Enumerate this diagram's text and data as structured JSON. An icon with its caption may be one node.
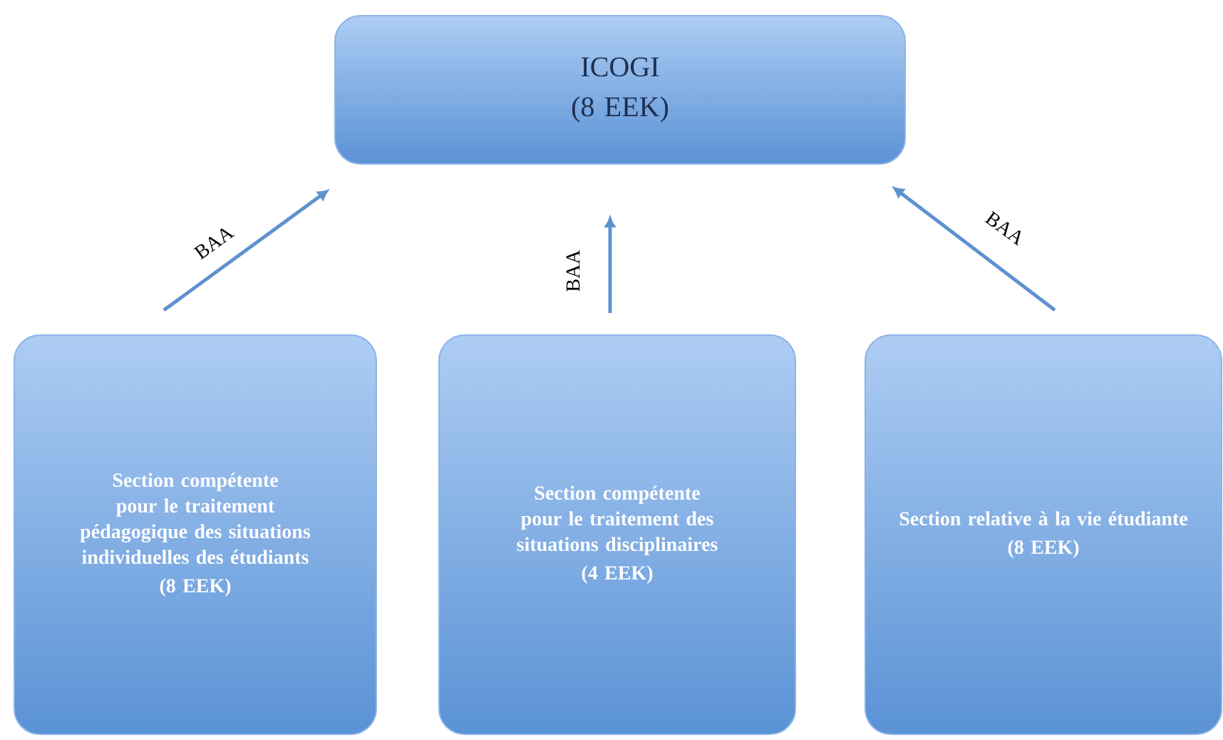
{
  "diagram": {
    "nodes": [
      {
        "text": [
          "ICOGI",
          "(8 EEK)"
        ]
      },
      {
        "text": [
          "Section compétente pour le traitement pédagogique des situations individuelles des étudiants",
          "(8 EEK)"
        ]
      },
      {
        "text": [
          "Section compétente pour le traitement des situations disciplinaires",
          "(4 EEK)"
        ]
      },
      {
        "text": [
          "Section relative à la vie étudiante",
          "(8 EEK)"
        ]
      }
    ],
    "edges": [
      {
        "from": 1,
        "to": 0,
        "arrow": "to",
        "label": "BAA"
      },
      {
        "from": 2,
        "to": 0,
        "arrow": "to",
        "label": "BAA"
      },
      {
        "from": 3,
        "to": 0,
        "arrow": "to",
        "label": "BAA"
      }
    ]
  }
}
